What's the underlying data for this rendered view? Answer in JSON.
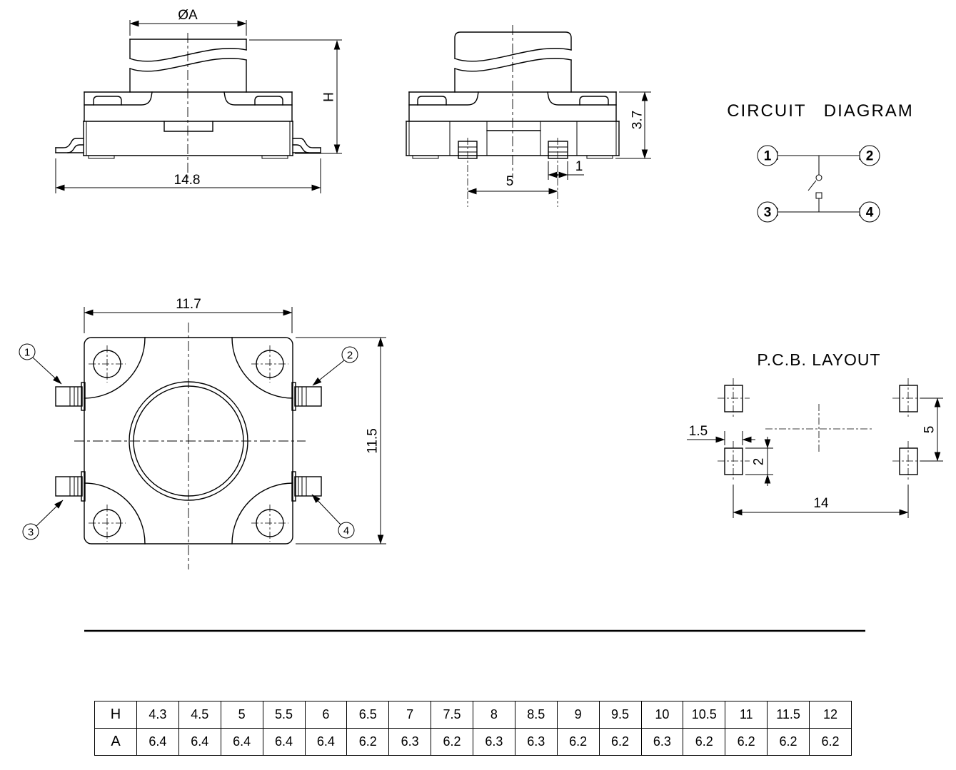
{
  "drawing": {
    "front_view": {
      "dims": {
        "diameter": "ØA",
        "height": "H",
        "width": "14.8"
      }
    },
    "side_view": {
      "dims": {
        "body_height": "3.7",
        "pin_pitch": "5",
        "pin_width": "1"
      }
    },
    "top_view": {
      "dims": {
        "width": "11.7",
        "height": "11.5"
      },
      "callouts": [
        "1",
        "2",
        "3",
        "4"
      ]
    },
    "circuit": {
      "title": "CIRCUIT DIAGRAM",
      "terminals": [
        "1",
        "2",
        "3",
        "4"
      ]
    },
    "pcb": {
      "title": "P.C.B. LAYOUT",
      "dims": {
        "pad_width": "1.5",
        "pad_height": "2",
        "row_pitch": "5",
        "col_pitch": "14"
      }
    },
    "table": {
      "row_headers": [
        "H",
        "A"
      ],
      "h_values": [
        "4.3",
        "4.5",
        "5",
        "5.5",
        "6",
        "6.5",
        "7",
        "7.5",
        "8",
        "8.5",
        "9",
        "9.5",
        "10",
        "10.5",
        "11",
        "11.5",
        "12"
      ],
      "a_values": [
        "6.4",
        "6.4",
        "6.4",
        "6.4",
        "6.4",
        "6.2",
        "6.3",
        "6.2",
        "6.3",
        "6.3",
        "6.2",
        "6.2",
        "6.3",
        "6.2",
        "6.2",
        "6.2",
        "6.2"
      ]
    },
    "colors": {
      "line": "#000000",
      "background": "#ffffff"
    }
  }
}
